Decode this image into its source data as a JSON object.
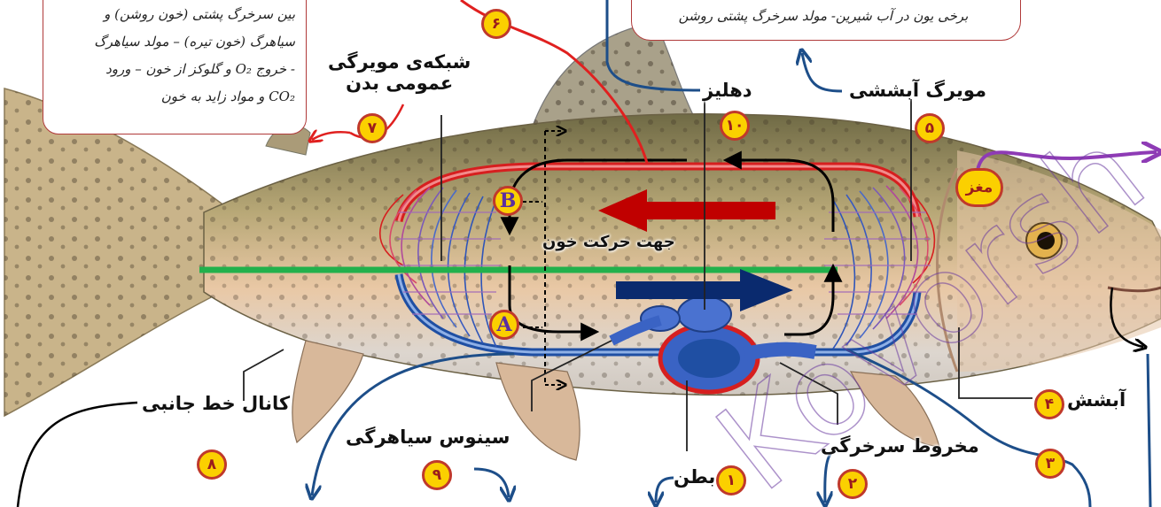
{
  "notes": {
    "left": [
      "بین سرخرگ پشتی (خون روشن) و",
      "سیاهرگ (خون تیره) – مولد سیاهرگ",
      "- خروج O₂ و گلوکز از خون – ورود",
      "CO₂ و مواد زاید به خون"
    ],
    "top": "برخی یون در آب شیرین- مولد سرخرگ پشتی روشن"
  },
  "labels": {
    "systemic_capillaries_1": "شبکه‌ی مویرگی",
    "systemic_capillaries_2": "عمومی بدن",
    "atrium": "دهلیز",
    "gill_capillaries": "مویرگ آبششی",
    "flow_direction": "جهت حرکت خون",
    "lateral_line": "کانال خط جانبی",
    "venous_sinus": "سینوس سیاهرگی",
    "ventricle": "بطن",
    "conus_arteriosus": "مخروط سرخرگی",
    "gill": "آبشش",
    "brain": "مغز"
  },
  "badges": {
    "b1": "۱",
    "b2": "۲",
    "b3": "۳",
    "b4": "۴",
    "b5": "۵",
    "b6": "۶",
    "b7": "۷",
    "b8": "۸",
    "b9": "۹",
    "b10": "۱۰",
    "bA": "A",
    "bB": "B"
  },
  "watermark": "Kovorsh",
  "colors": {
    "oxygenated": "#d61f1f",
    "deoxygenated": "#1f4fa3",
    "lateral_line": "#22b14c",
    "arrow_red": "#c00000",
    "arrow_blue": "#0a2a6e",
    "leader_blue": "#1d4e89",
    "leader_purple": "#8e3bb5",
    "badge_fill": "#fbd000",
    "badge_border": "#c0392b"
  }
}
